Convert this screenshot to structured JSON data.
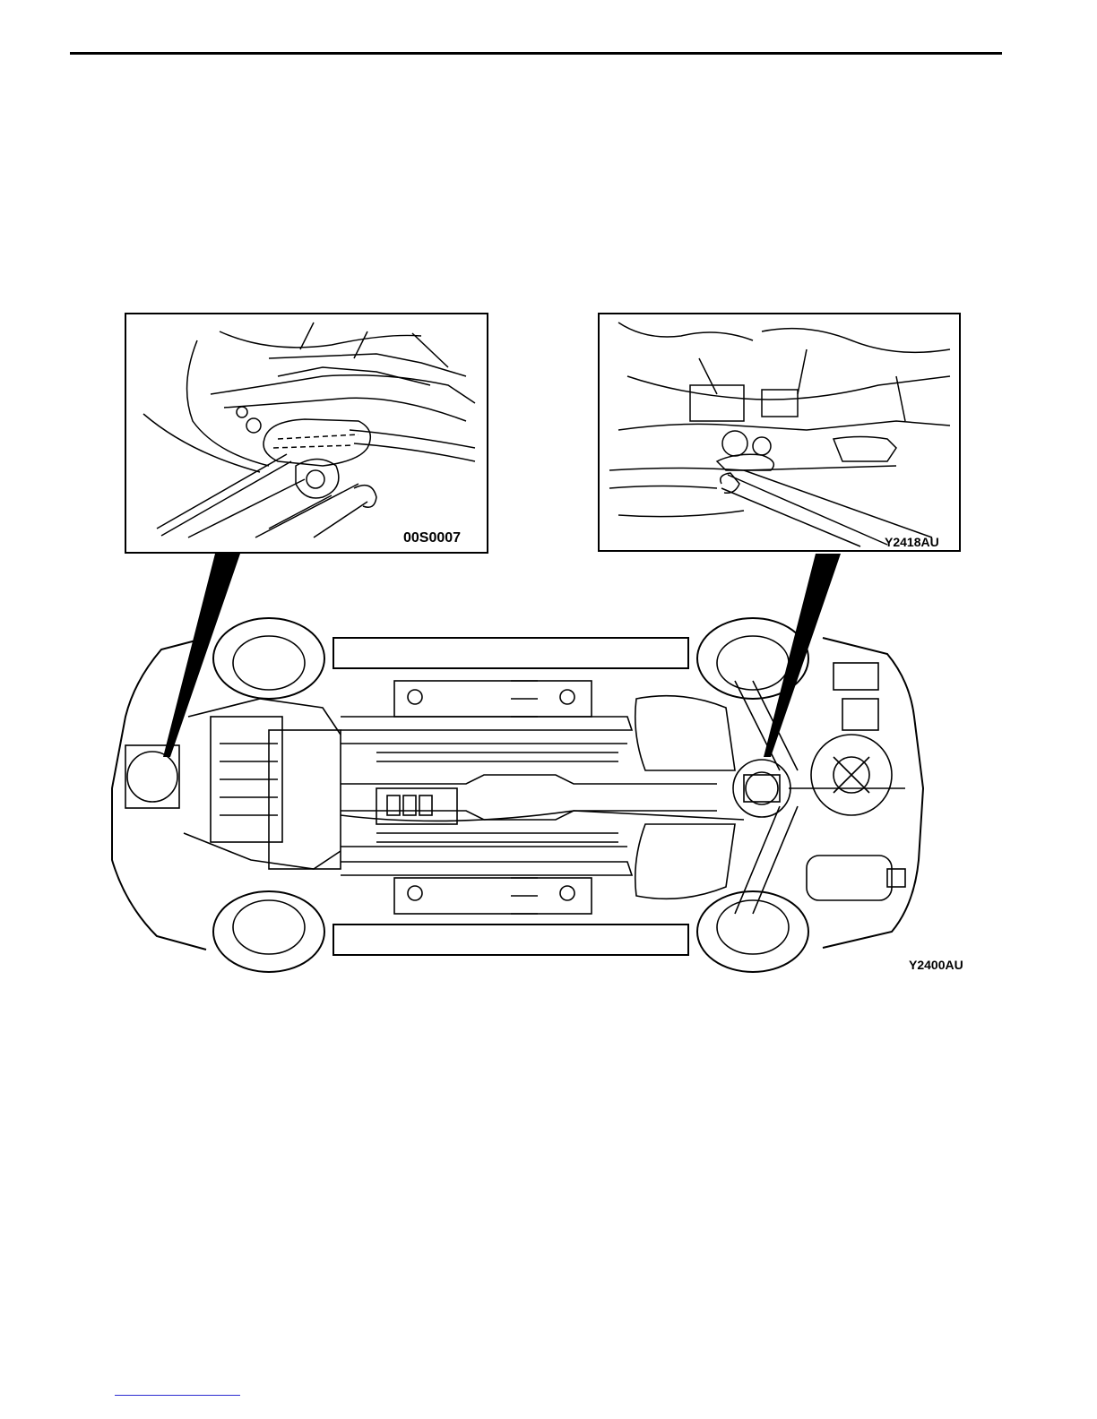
{
  "figure": {
    "inset_left_code": "00S0007",
    "inset_right_code": "Y2418AU",
    "main_code": "Y2400AU"
  }
}
